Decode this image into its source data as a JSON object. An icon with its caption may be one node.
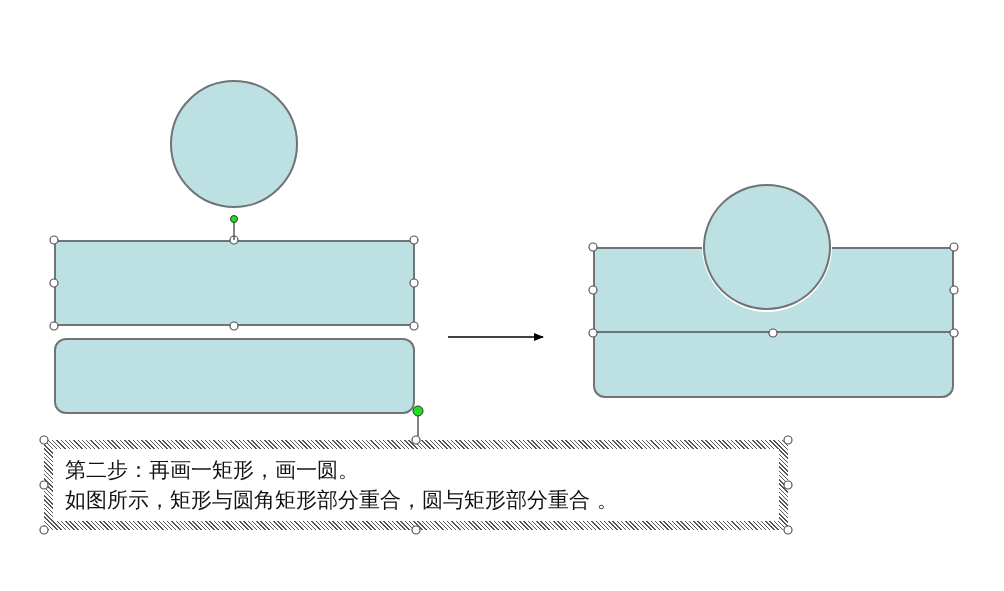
{
  "diagram": {
    "nodes": [
      {
        "text": [],
        "shape": "circle"
      },
      {
        "text": [],
        "shape": "box"
      },
      {
        "text": [],
        "shape": "box"
      },
      {
        "text": [
          "第二步：再画一矩形，画一圆。",
          "如图所示，矩形与圆角矩形部分重合，圆与矩形部分重合 。"
        ]
      },
      {
        "text": [],
        "shape": "circle"
      },
      {
        "text": [],
        "shape": "box"
      },
      {
        "text": [],
        "shape": "box"
      }
    ]
  }
}
